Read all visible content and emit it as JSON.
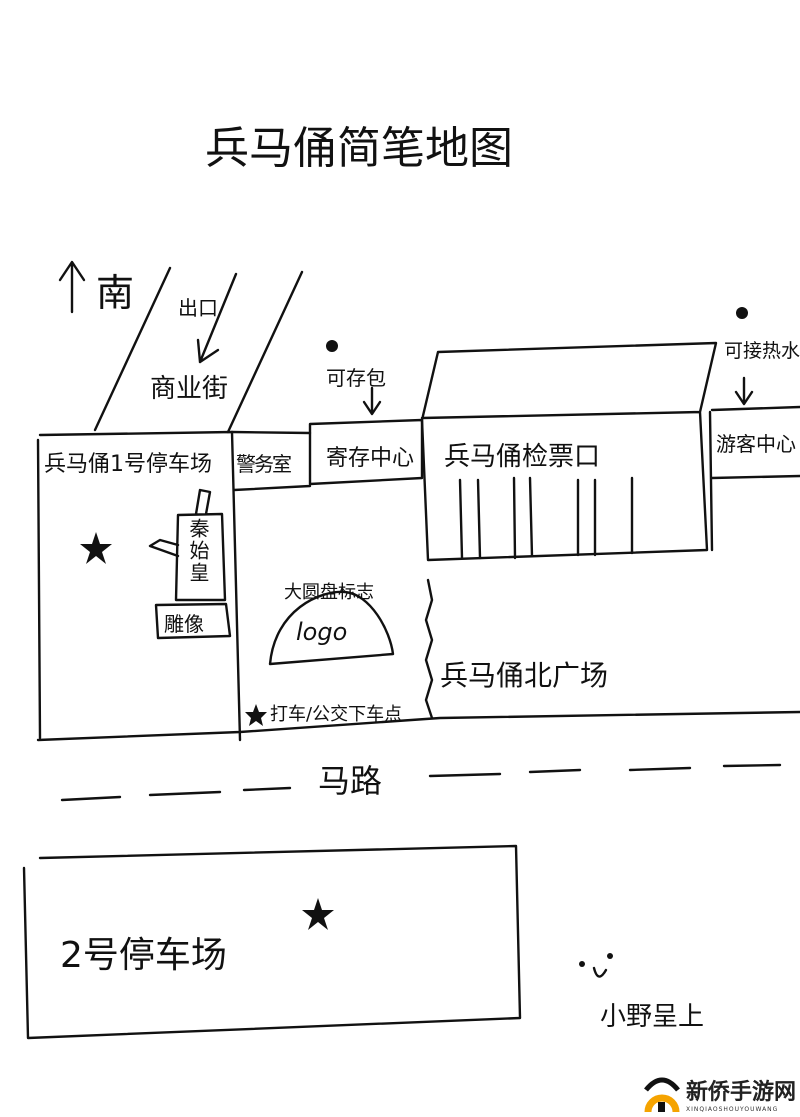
{
  "title": "兵马俑简笔地图",
  "compass": {
    "arrow": "↑",
    "label": "南"
  },
  "labels": {
    "exit": "出口",
    "commercial_street": "商业街",
    "parking_1": "兵马俑1号停车场",
    "police": "警务室",
    "storage_center": "寄存中心",
    "bag_storage": "可存包",
    "ticket_gate": "兵马俑检票口",
    "hot_water": "可接热水",
    "visitor_center": "游客中心",
    "qin_statue": "秦始皇",
    "statue": "雕像",
    "disc_sign": "大圆盘标志",
    "logo": "logo",
    "north_square": "兵马俑北广场",
    "taxi_bus_stop": "打车/公交下车点",
    "road": "马路",
    "parking_2": "2号停车场",
    "signature": "小野呈上"
  },
  "icons": {
    "marker": "star-icon",
    "point": "dot-icon",
    "smiley": "smiley-icon"
  },
  "watermark": {
    "name": "新侨手游网",
    "sub": "XINQIAOSHOUYOUWANG",
    "accent": "#f5a300"
  }
}
